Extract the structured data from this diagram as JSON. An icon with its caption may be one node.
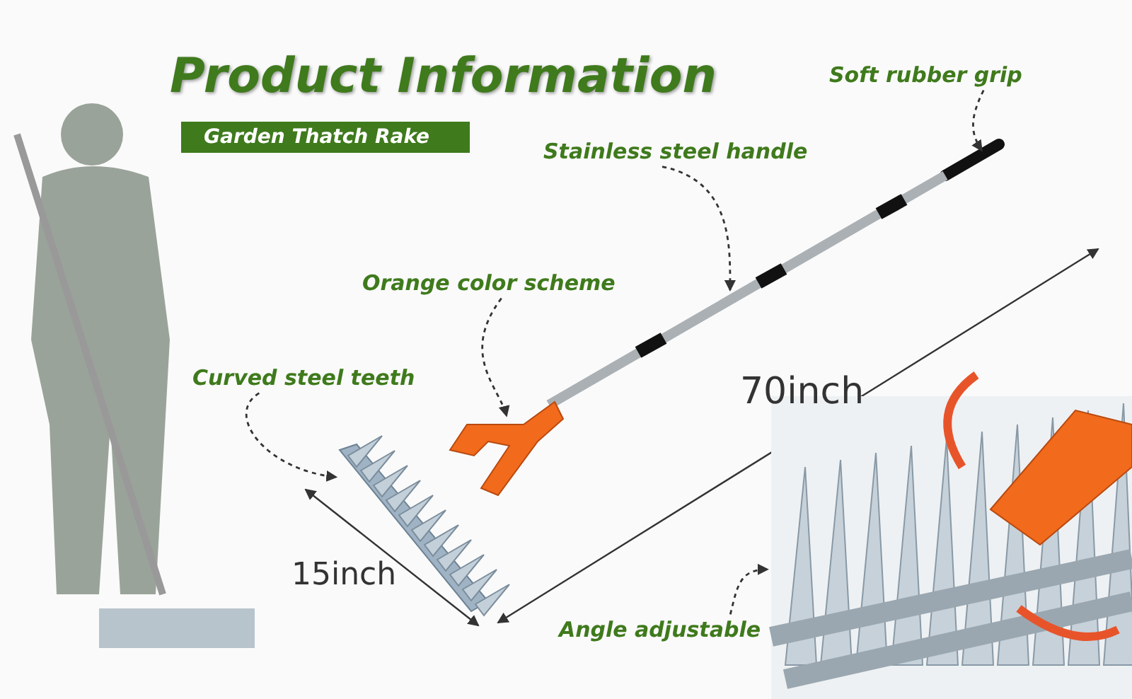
{
  "diagram": {
    "title": "Product Information",
    "nodes": [
      {
        "text": [
          "Garden Thatch Rake"
        ]
      },
      {
        "text": [
          "Soft rubber grip"
        ]
      },
      {
        "text": [],
        "shape": "picture"
      },
      {
        "text": [
          "Stainless steel handle"
        ]
      },
      {
        "text": [],
        "shape": "picture"
      },
      {
        "text": [
          "Orange color scheme"
        ]
      },
      {
        "text": [],
        "shape": "picture"
      },
      {
        "text": [
          "Curved steel teeth"
        ]
      },
      {
        "text": [],
        "shape": "picture"
      },
      {
        "text": [
          "Angle adjustable"
        ]
      },
      {
        "text": [],
        "shape": "picture"
      }
    ],
    "edges": [
      {
        "from": 1,
        "to": 2,
        "arrow": "to",
        "style": "dashed"
      },
      {
        "from": 3,
        "to": 4,
        "arrow": "to",
        "style": "dashed"
      },
      {
        "from": 5,
        "to": 6,
        "arrow": "to",
        "style": "dashed"
      },
      {
        "from": 7,
        "to": 8,
        "arrow": "to",
        "style": "dashed"
      },
      {
        "from": 9,
        "to": 10,
        "arrow": "to",
        "style": "dashed"
      }
    ],
    "labels": [
      "70inch",
      "15inch"
    ]
  }
}
